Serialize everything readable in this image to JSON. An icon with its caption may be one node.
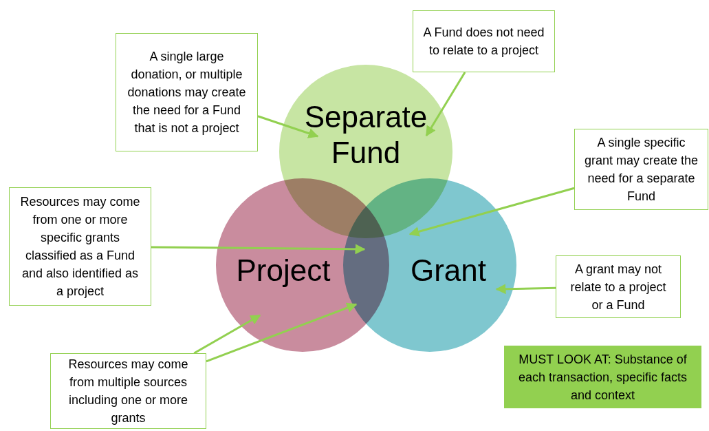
{
  "diagram": {
    "nodes": [
      {
        "text": [
          "Separate Fund"
        ]
      },
      {
        "text": [
          "Project"
        ]
      },
      {
        "text": [
          "Grant"
        ]
      },
      {
        "text": [
          "A single large donation, or multiple donations may create the need for a Fund that is not a project"
        ]
      },
      {
        "text": [
          "A Fund does not need to relate to a project"
        ]
      },
      {
        "text": [
          "A single specific grant may create the need for a separate Fund"
        ]
      },
      {
        "text": [
          "Resources may come from one or more specific grants classified as a Fund and also identified as a project"
        ]
      },
      {
        "text": [
          "A grant may not relate to a project or a Fund"
        ]
      },
      {
        "text": [
          "Resources may come from multiple sources including one or more grants"
        ]
      },
      {
        "text": [
          "MUST LOOK AT: Substance of each transaction, specific facts and context"
        ]
      }
    ],
    "edges": [
      {
        "from": 3,
        "to": 0,
        "arrow": "to"
      },
      {
        "from": 4,
        "to": 0,
        "arrow": "to"
      },
      {
        "from": 5,
        "to": 0,
        "arrow": "to"
      },
      {
        "from": 6,
        "to": 0,
        "arrow": "to"
      },
      {
        "from": 7,
        "to": 2,
        "arrow": "to"
      },
      {
        "from": 8,
        "to": 1,
        "arrow": "to"
      },
      {
        "from": 8,
        "to": 1,
        "arrow": "to"
      }
    ]
  }
}
